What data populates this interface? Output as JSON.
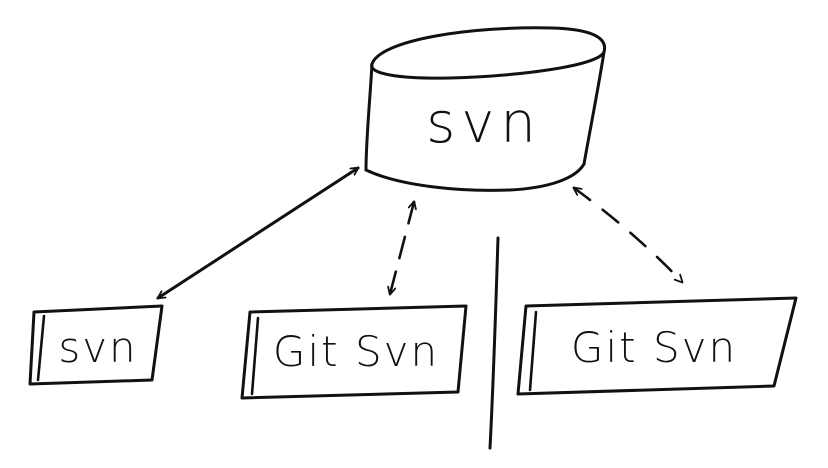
{
  "central_repository": {
    "label": "svn"
  },
  "clients": [
    {
      "label": "svn"
    },
    {
      "label": "Git Svn"
    },
    {
      "label": "Git Svn"
    }
  ],
  "colors": {
    "ink": "#111111",
    "background": "#ffffff"
  }
}
